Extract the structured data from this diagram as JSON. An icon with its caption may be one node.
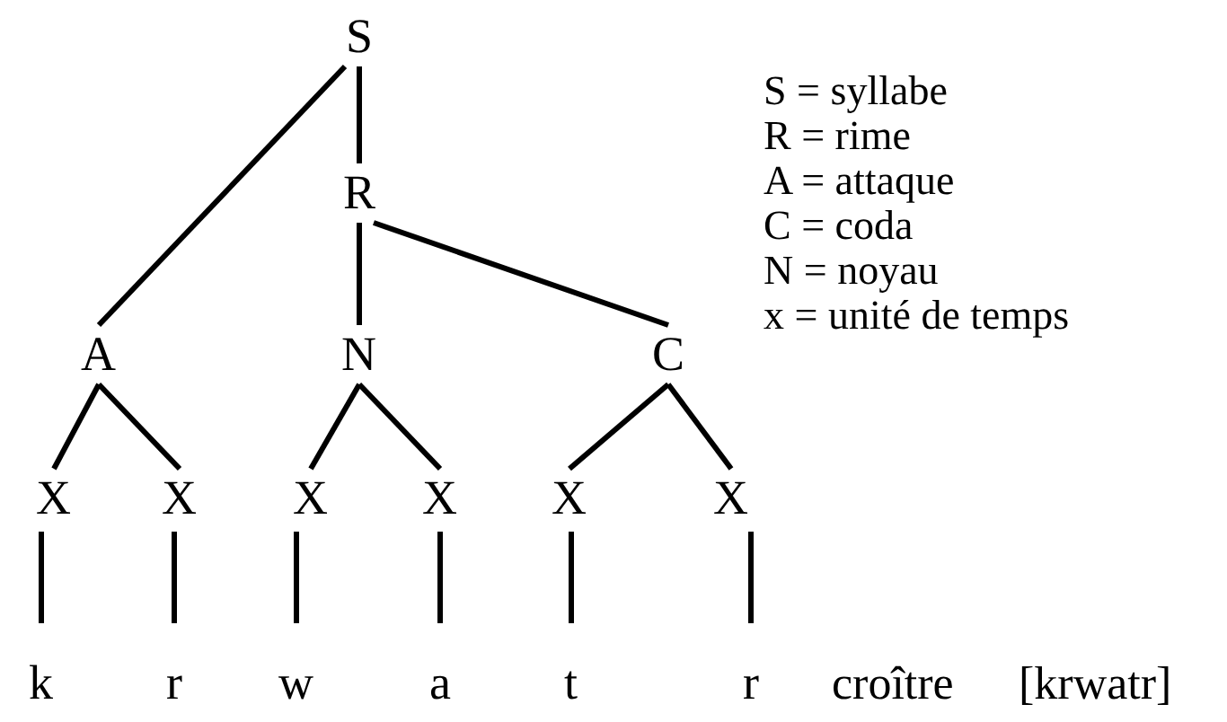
{
  "diagram": {
    "nodes": [
      {
        "text": [
          "S"
        ]
      },
      {
        "text": [
          "R"
        ]
      },
      {
        "text": [
          "A"
        ]
      },
      {
        "text": [
          "N"
        ]
      },
      {
        "text": [
          "C"
        ]
      },
      {
        "text": [
          "X"
        ]
      },
      {
        "text": [
          "X"
        ]
      },
      {
        "text": [
          "X"
        ]
      },
      {
        "text": [
          "X"
        ]
      },
      {
        "text": [
          "X"
        ]
      },
      {
        "text": [
          "X"
        ]
      },
      {
        "text": [
          "k"
        ]
      },
      {
        "text": [
          "r"
        ]
      },
      {
        "text": [
          "w"
        ]
      },
      {
        "text": [
          "a"
        ]
      },
      {
        "text": [
          "t"
        ]
      },
      {
        "text": [
          "r"
        ]
      }
    ],
    "edges": [
      {
        "from": 0,
        "to": 1,
        "arrow": "none"
      },
      {
        "from": 0,
        "to": 2,
        "arrow": "none"
      },
      {
        "from": 1,
        "to": 3,
        "arrow": "none"
      },
      {
        "from": 1,
        "to": 4,
        "arrow": "none"
      },
      {
        "from": 2,
        "to": 5,
        "arrow": "none"
      },
      {
        "from": 2,
        "to": 6,
        "arrow": "none"
      },
      {
        "from": 3,
        "to": 7,
        "arrow": "none"
      },
      {
        "from": 3,
        "to": 8,
        "arrow": "none"
      },
      {
        "from": 4,
        "to": 9,
        "arrow": "none"
      },
      {
        "from": 4,
        "to": 10,
        "arrow": "none"
      },
      {
        "from": 5,
        "to": 11,
        "arrow": "none"
      },
      {
        "from": 6,
        "to": 12,
        "arrow": "none"
      },
      {
        "from": 7,
        "to": 13,
        "arrow": "none"
      },
      {
        "from": 8,
        "to": 14,
        "arrow": "none"
      },
      {
        "from": 9,
        "to": 15,
        "arrow": "none"
      },
      {
        "from": 10,
        "to": 16,
        "arrow": "none"
      }
    ],
    "labels": [
      "S = syllabe",
      "R = rime",
      "A = attaque",
      "C = coda",
      "N = noyau",
      "x = unité de temps",
      "croître",
      "[krwatr]"
    ]
  }
}
